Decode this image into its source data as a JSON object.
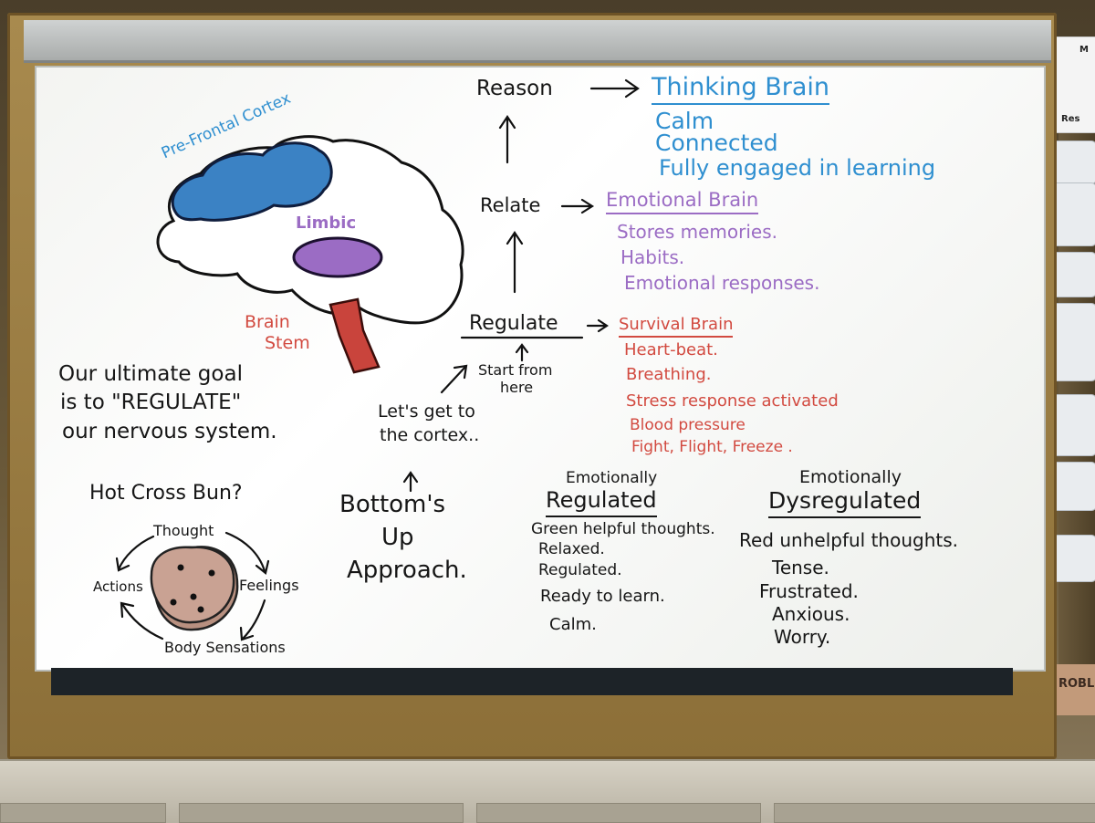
{
  "brain": {
    "prefrontal_label": "Pre-Frontal Cortex",
    "limbic_label": "Limbic",
    "brainstem_label_line1": "Brain",
    "brainstem_label_line2": "Stem"
  },
  "goal": {
    "line1": "Our ultimate goal",
    "line2": "is to \"REGULATE\"",
    "line3": "our nervous system."
  },
  "cortex_note": {
    "line1": "Let's get to",
    "line2": "the cortex.."
  },
  "start_note": {
    "line1": "Start from",
    "line2": "here"
  },
  "ladder": {
    "reason": "Reason",
    "relate": "Relate",
    "regulate": "Regulate"
  },
  "thinking": {
    "title": "Thinking Brain",
    "items": [
      "Calm",
      "Connected",
      "Fully engaged in learning"
    ]
  },
  "emotional": {
    "title": "Emotional Brain",
    "items": [
      "Stores memories.",
      "Habits.",
      "Emotional responses."
    ]
  },
  "survival": {
    "title": "Survival Brain",
    "items": [
      "Heart-beat.",
      "Breathing.",
      "Stress response activated",
      "Blood pressure",
      "Fight, Flight, Freeze ."
    ]
  },
  "hcb": {
    "title": "Hot Cross Bun?",
    "thought": "Thought",
    "feelings": "Feelings",
    "actions": "Actions",
    "body": "Body Sensations"
  },
  "bottom_up": {
    "line1": "Bottom's",
    "line2": "Up",
    "line3": "Approach."
  },
  "regulated": {
    "line1": "Emotionally",
    "line2": "Regulated",
    "items": [
      "Green helpful thoughts.",
      "Relaxed.",
      "Regulated.",
      "Ready to learn.",
      "Calm."
    ]
  },
  "dysregulated": {
    "line1": "Emotionally",
    "line2": "Dysregulated",
    "items": [
      "Red unhelpful thoughts.",
      "Tense.",
      "Frustrated.",
      "Anxious.",
      "Worry."
    ]
  },
  "colors": {
    "blue": "#2f8fd0",
    "purple": "#9b6cc4",
    "red": "#d24a40",
    "ink": "#161616"
  }
}
